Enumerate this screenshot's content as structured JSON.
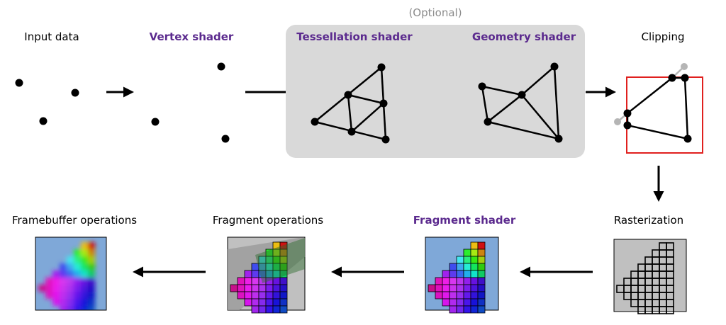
{
  "optional_label": "(Optional)",
  "stages": {
    "input_data": "Input data",
    "vertex_shader": "Vertex shader",
    "tessellation_shader": "Tessellation shader",
    "geometry_shader": "Geometry shader",
    "clipping": "Clipping",
    "rasterization": "Rasterization",
    "fragment_shader": "Fragment shader",
    "fragment_operations": "Fragment operations",
    "framebuffer_operations": "Framebuffer operations"
  },
  "colors": {
    "accent": "#5b2a8e",
    "optional_bg": "#d9d9d9",
    "clip_box": "#e0201e",
    "panel_blue": "#7fa8d8",
    "panel_gray": "#c0c0c0"
  }
}
